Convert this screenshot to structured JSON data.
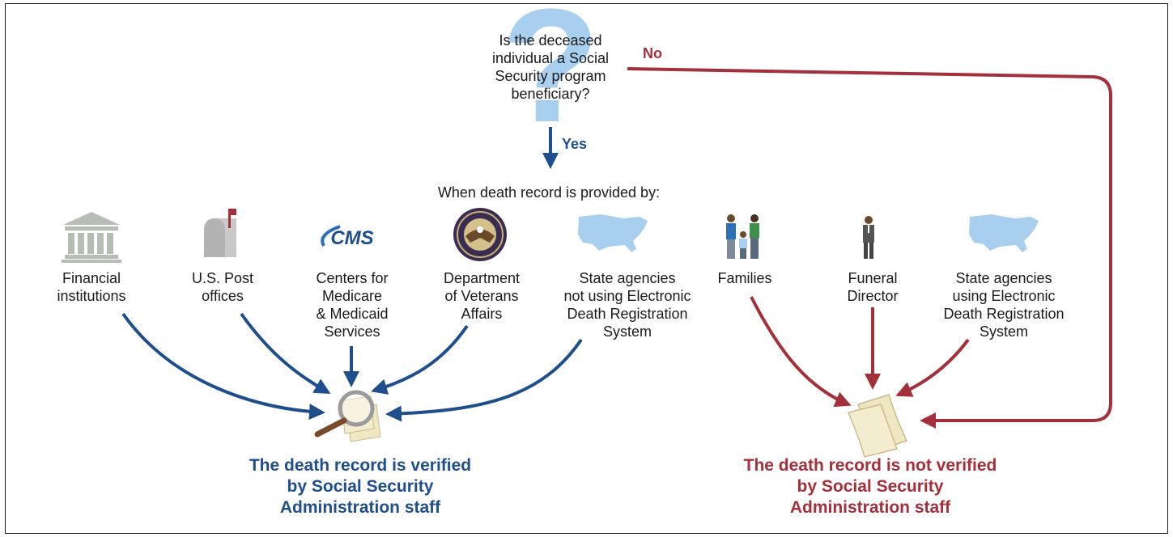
{
  "question": "Is the deceased\nindividual a Social\nSecurity program\nbeneficiary?",
  "yes_label": "Yes",
  "no_label": "No",
  "provided_by": "When death record is provided by:",
  "sources": {
    "financial": "Financial\ninstitutions",
    "post": "U.S. Post\noffices",
    "cms": "Centers for\nMedicare\n& Medicaid\nServices",
    "va": "Department\nof Veterans\nAffairs",
    "state_non_edrs": "State agencies\nnot using Electronic\nDeath Registration\nSystem",
    "families": "Families",
    "funeral": "Funeral\nDirector",
    "state_edrs": "State agencies\nusing Electronic\nDeath Registration\nSystem"
  },
  "cms_logo_text": "CMS",
  "verified": "The death record is verified\nby Social Security\nAdministration staff",
  "not_verified": "The death record is not verified\nby Social Security\nAdministration staff",
  "colors": {
    "blue": "#1f4e8c",
    "red": "#a3303a",
    "light_blue": "#a9cfee",
    "paper": "#efe6c2"
  },
  "icons": [
    "question-mark-icon",
    "bank-icon",
    "mailbox-icon",
    "cms-logo",
    "va-seal-icon",
    "us-map-icon",
    "family-icon",
    "funeral-director-icon",
    "magnifier-document-icon",
    "document-icon"
  ]
}
